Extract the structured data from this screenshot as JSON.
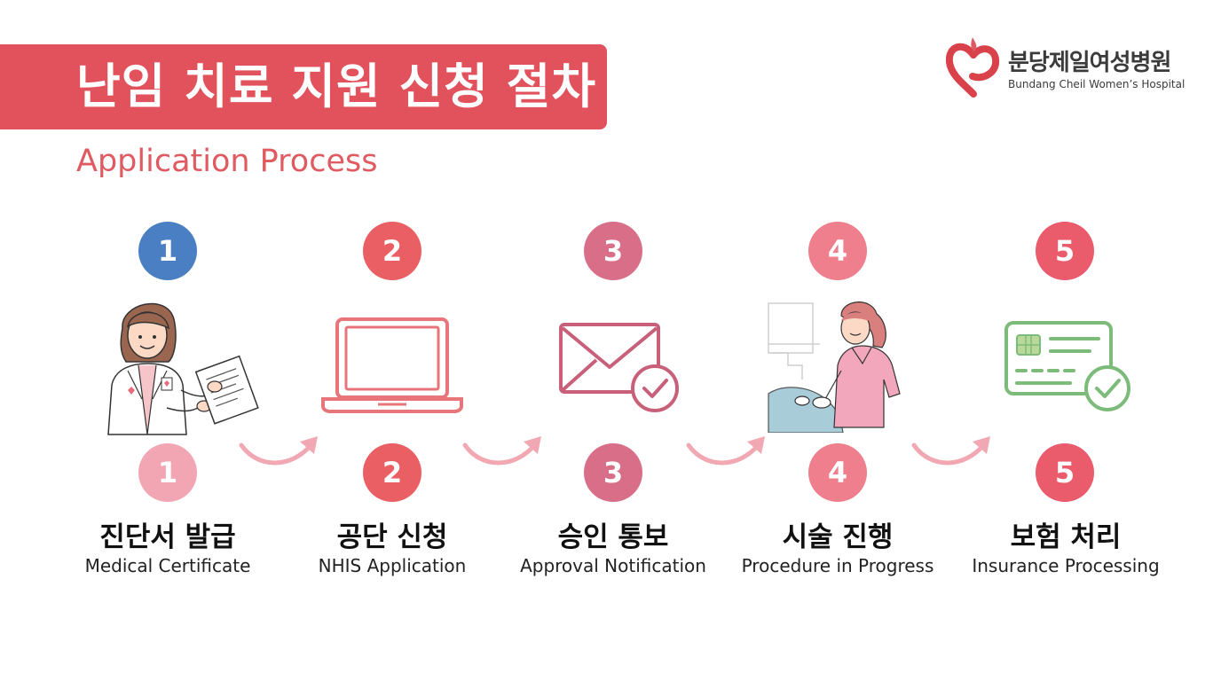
{
  "title": "난임 치료 지원 신청 절차",
  "subtitle": "Application Process",
  "logo": {
    "name_kr": "분당제일여성병원",
    "name_en": "Bundang Cheil Women’s Hospital"
  },
  "colors": {
    "banner": "#e2525c",
    "subtitle": "#e05a62",
    "step1_top_badge": "#4a7fc4",
    "step1_bottom_badge": "#f2a6b3",
    "step2_badge": "#e95f63",
    "step3_badge": "#d86e88",
    "step4_badge": "#ef7f8c",
    "step5_badge": "#ea5b6c",
    "arrow": "#f2a8b2"
  },
  "steps": [
    {
      "number": "1",
      "title_kr": "진단서 발급",
      "title_en": "Medical Certificate",
      "icon": "doctor-illustration"
    },
    {
      "number": "2",
      "title_kr": "공단 신청",
      "title_en": "NHIS Application",
      "icon": "laptop-icon"
    },
    {
      "number": "3",
      "title_kr": "승인 통보",
      "title_en": "Approval Notification",
      "icon": "envelope-check-icon"
    },
    {
      "number": "4",
      "title_kr": "시술 진행",
      "title_en": "Procedure in Progress",
      "icon": "nurse-illustration"
    },
    {
      "number": "5",
      "title_kr": "보험 처리",
      "title_en": "Insurance Processing",
      "icon": "card-check-icon"
    }
  ]
}
